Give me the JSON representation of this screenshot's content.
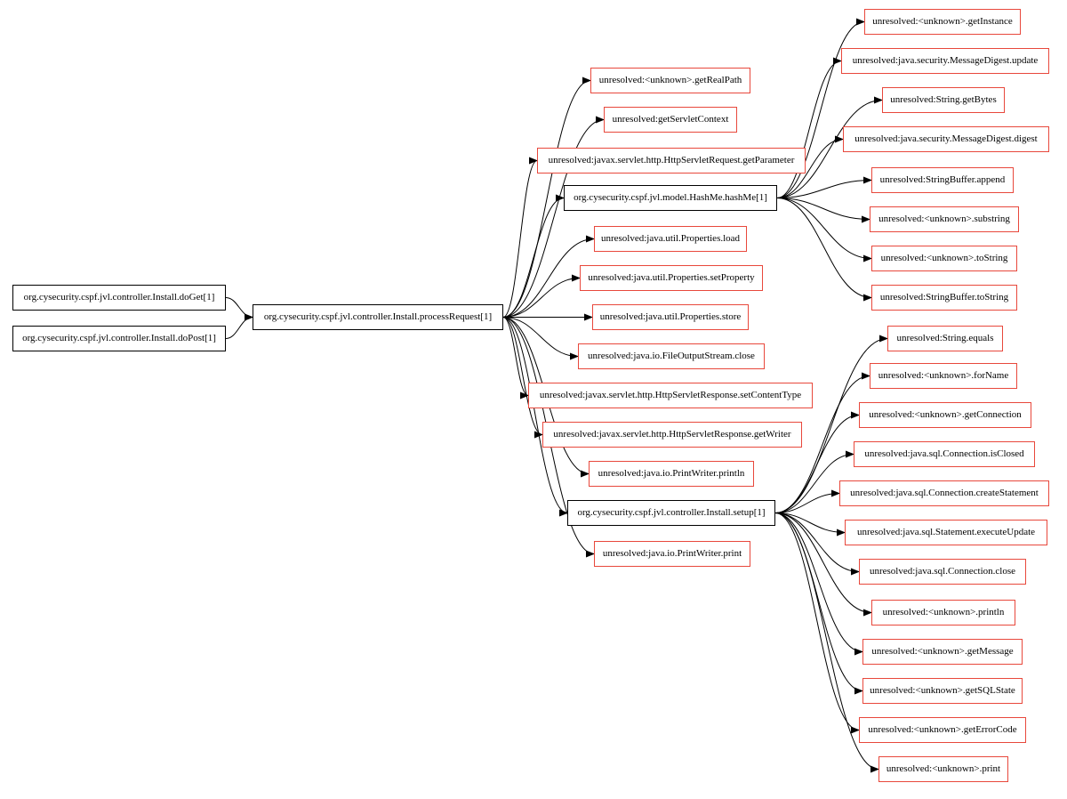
{
  "colors": {
    "resolved_border": "#000000",
    "unresolved_border": "#e8483c",
    "edge": "#000000",
    "background": "#ffffff"
  },
  "nodes": [
    {
      "id": "doGet",
      "label": "org.cysecurity.cspf.jvl.controller.Install.doGet[1]",
      "kind": "resolved"
    },
    {
      "id": "doPost",
      "label": "org.cysecurity.cspf.jvl.controller.Install.doPost[1]",
      "kind": "resolved"
    },
    {
      "id": "processRequest",
      "label": "org.cysecurity.cspf.jvl.controller.Install.processRequest[1]",
      "kind": "resolved"
    },
    {
      "id": "getRealPath",
      "label": "unresolved:<unknown>.getRealPath",
      "kind": "unresolved"
    },
    {
      "id": "getServletContext",
      "label": "unresolved:getServletContext",
      "kind": "unresolved"
    },
    {
      "id": "getParameter",
      "label": "unresolved:javax.servlet.http.HttpServletRequest.getParameter",
      "kind": "unresolved"
    },
    {
      "id": "hashMe",
      "label": "org.cysecurity.cspf.jvl.model.HashMe.hashMe[1]",
      "kind": "resolved"
    },
    {
      "id": "propsLoad",
      "label": "unresolved:java.util.Properties.load",
      "kind": "unresolved"
    },
    {
      "id": "propsSet",
      "label": "unresolved:java.util.Properties.setProperty",
      "kind": "unresolved"
    },
    {
      "id": "propsStore",
      "label": "unresolved:java.util.Properties.store",
      "kind": "unresolved"
    },
    {
      "id": "fosClose",
      "label": "unresolved:java.io.FileOutputStream.close",
      "kind": "unresolved"
    },
    {
      "id": "setContentType",
      "label": "unresolved:javax.servlet.http.HttpServletResponse.setContentType",
      "kind": "unresolved"
    },
    {
      "id": "getWriter",
      "label": "unresolved:javax.servlet.http.HttpServletResponse.getWriter",
      "kind": "unresolved"
    },
    {
      "id": "pwPrintln",
      "label": "unresolved:java.io.PrintWriter.println",
      "kind": "unresolved"
    },
    {
      "id": "setup",
      "label": "org.cysecurity.cspf.jvl.controller.Install.setup[1]",
      "kind": "resolved"
    },
    {
      "id": "pwPrint",
      "label": "unresolved:java.io.PrintWriter.print",
      "kind": "unresolved"
    },
    {
      "id": "getInstance",
      "label": "unresolved:<unknown>.getInstance",
      "kind": "unresolved"
    },
    {
      "id": "mdUpdate",
      "label": "unresolved:java.security.MessageDigest.update",
      "kind": "unresolved"
    },
    {
      "id": "getBytes",
      "label": "unresolved:String.getBytes",
      "kind": "unresolved"
    },
    {
      "id": "mdDigest",
      "label": "unresolved:java.security.MessageDigest.digest",
      "kind": "unresolved"
    },
    {
      "id": "sbAppend",
      "label": "unresolved:StringBuffer.append",
      "kind": "unresolved"
    },
    {
      "id": "substring",
      "label": "unresolved:<unknown>.substring",
      "kind": "unresolved"
    },
    {
      "id": "toStringU",
      "label": "unresolved:<unknown>.toString",
      "kind": "unresolved"
    },
    {
      "id": "sbToString",
      "label": "unresolved:StringBuffer.toString",
      "kind": "unresolved"
    },
    {
      "id": "strEquals",
      "label": "unresolved:String.equals",
      "kind": "unresolved"
    },
    {
      "id": "forName",
      "label": "unresolved:<unknown>.forName",
      "kind": "unresolved"
    },
    {
      "id": "getConnection",
      "label": "unresolved:<unknown>.getConnection",
      "kind": "unresolved"
    },
    {
      "id": "connIsClosed",
      "label": "unresolved:java.sql.Connection.isClosed",
      "kind": "unresolved"
    },
    {
      "id": "connCreateStmt",
      "label": "unresolved:java.sql.Connection.createStatement",
      "kind": "unresolved"
    },
    {
      "id": "stmtExecUpdate",
      "label": "unresolved:java.sql.Statement.executeUpdate",
      "kind": "unresolved"
    },
    {
      "id": "connClose",
      "label": "unresolved:java.sql.Connection.close",
      "kind": "unresolved"
    },
    {
      "id": "uPrintln",
      "label": "unresolved:<unknown>.println",
      "kind": "unresolved"
    },
    {
      "id": "getMessage",
      "label": "unresolved:<unknown>.getMessage",
      "kind": "unresolved"
    },
    {
      "id": "getSQLState",
      "label": "unresolved:<unknown>.getSQLState",
      "kind": "unresolved"
    },
    {
      "id": "getErrorCode",
      "label": "unresolved:<unknown>.getErrorCode",
      "kind": "unresolved"
    },
    {
      "id": "uPrint",
      "label": "unresolved:<unknown>.print",
      "kind": "unresolved"
    }
  ],
  "edges": [
    [
      "doGet",
      "processRequest"
    ],
    [
      "doPost",
      "processRequest"
    ],
    [
      "processRequest",
      "getRealPath"
    ],
    [
      "processRequest",
      "getServletContext"
    ],
    [
      "processRequest",
      "getParameter"
    ],
    [
      "processRequest",
      "hashMe"
    ],
    [
      "processRequest",
      "propsLoad"
    ],
    [
      "processRequest",
      "propsSet"
    ],
    [
      "processRequest",
      "propsStore"
    ],
    [
      "processRequest",
      "fosClose"
    ],
    [
      "processRequest",
      "setContentType"
    ],
    [
      "processRequest",
      "getWriter"
    ],
    [
      "processRequest",
      "pwPrintln"
    ],
    [
      "processRequest",
      "setup"
    ],
    [
      "processRequest",
      "pwPrint"
    ],
    [
      "hashMe",
      "getInstance"
    ],
    [
      "hashMe",
      "mdUpdate"
    ],
    [
      "hashMe",
      "getBytes"
    ],
    [
      "hashMe",
      "mdDigest"
    ],
    [
      "hashMe",
      "sbAppend"
    ],
    [
      "hashMe",
      "substring"
    ],
    [
      "hashMe",
      "toStringU"
    ],
    [
      "hashMe",
      "sbToString"
    ],
    [
      "setup",
      "strEquals"
    ],
    [
      "setup",
      "forName"
    ],
    [
      "setup",
      "getConnection"
    ],
    [
      "setup",
      "connIsClosed"
    ],
    [
      "setup",
      "connCreateStmt"
    ],
    [
      "setup",
      "stmtExecUpdate"
    ],
    [
      "setup",
      "connClose"
    ],
    [
      "setup",
      "uPrintln"
    ],
    [
      "setup",
      "getMessage"
    ],
    [
      "setup",
      "getSQLState"
    ],
    [
      "setup",
      "getErrorCode"
    ],
    [
      "setup",
      "uPrint"
    ]
  ]
}
